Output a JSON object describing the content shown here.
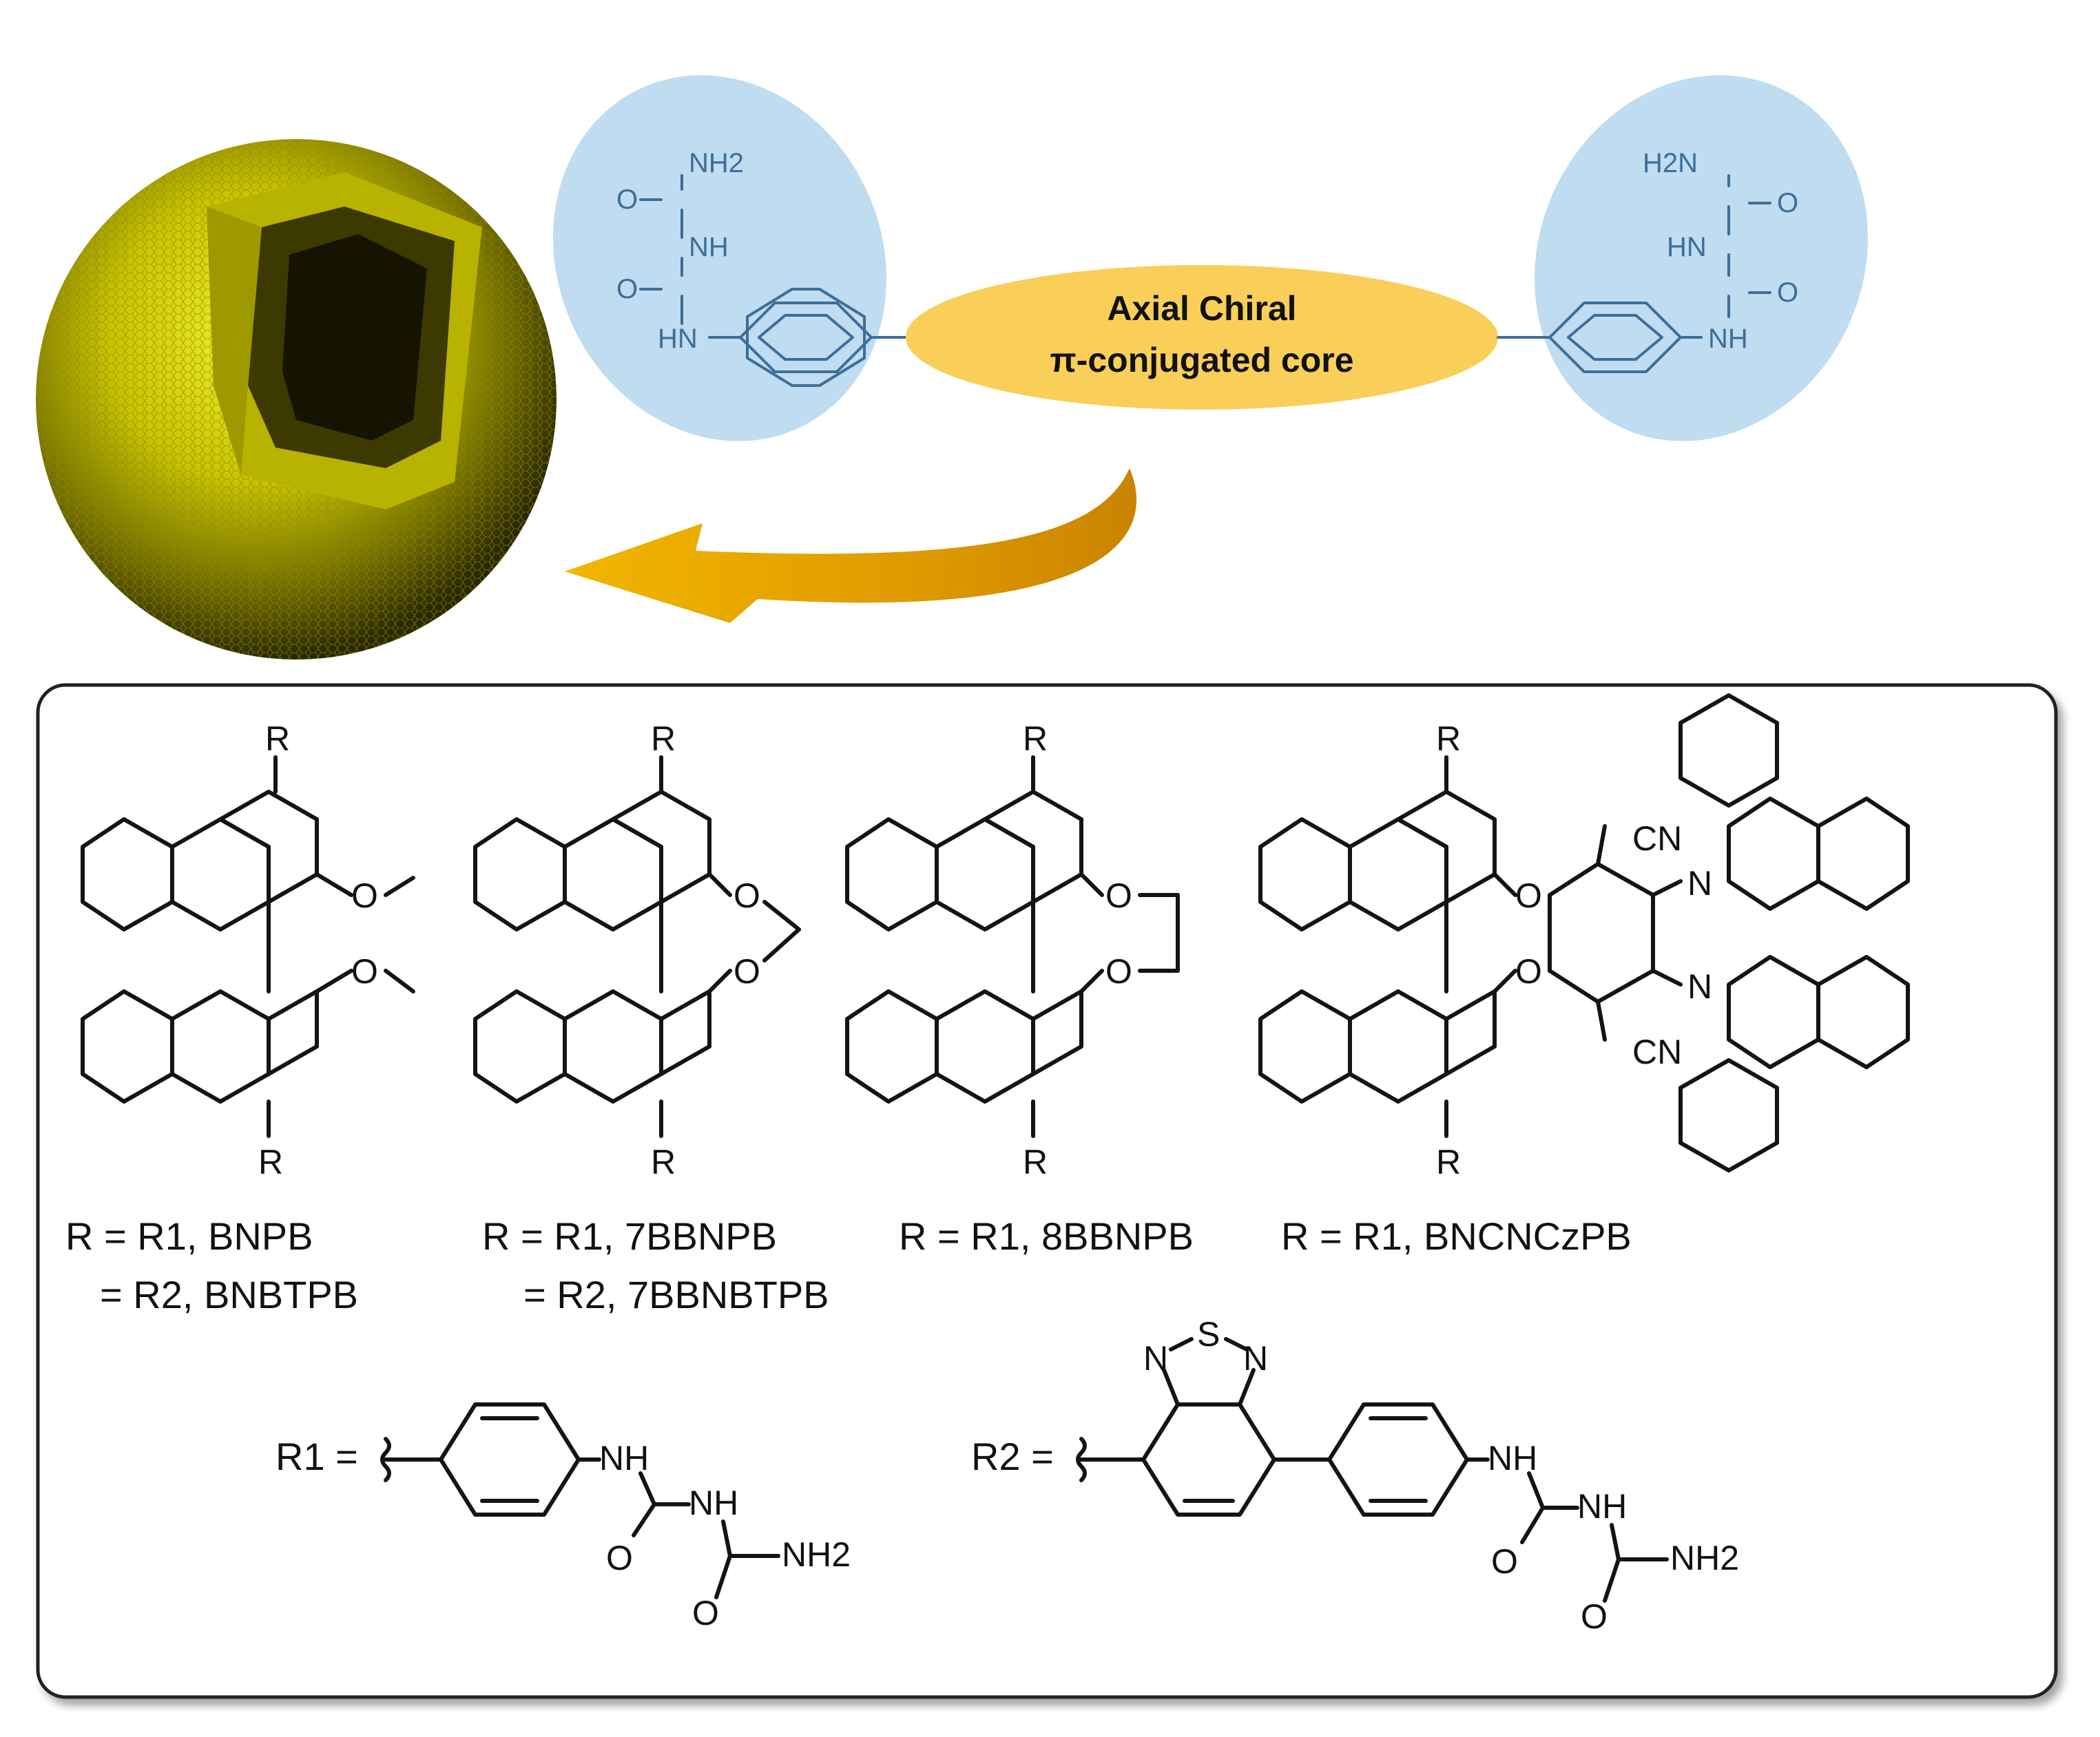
{
  "core": {
    "line1": "Axial Chiral",
    "line2": "π-conjugated core"
  },
  "end_groups": {
    "left": {
      "nh2": "NH2",
      "o1": "O",
      "nh1": "NH",
      "o2": "O",
      "hn": "HN"
    },
    "right": {
      "h2n": "H2N",
      "o1": "O",
      "hn": "HN",
      "o2": "O",
      "nh": "NH"
    }
  },
  "compounds": [
    {
      "id": "bnpb",
      "r_top": "R",
      "r_bottom": "R",
      "o_top": "O",
      "o_bottom": "O",
      "line1": "R = R1, BNPB",
      "line2": "= R2, BNBTPB"
    },
    {
      "id": "7bbnpb",
      "r_top": "R",
      "r_bottom": "R",
      "o_top": "O",
      "o_bottom": "O",
      "line1": "R = R1, 7BBNPB",
      "line2": "= R2, 7BBNBTPB"
    },
    {
      "id": "8bbnpb",
      "r_top": "R",
      "r_bottom": "R",
      "o_top": "O",
      "o_bottom": "O",
      "line1": "R = R1, 8BBNPB"
    },
    {
      "id": "bncnczpb",
      "r_top": "R",
      "r_bottom": "R",
      "o_top": "O",
      "o_bottom": "O",
      "cn_top": "CN",
      "cn_bottom": "CN",
      "n_top": "N",
      "n_bottom": "N",
      "line1": "R = R1, BNCNCzPB"
    }
  ],
  "substituents": {
    "r1": {
      "label": "R1 =",
      "nh1": "NH",
      "nh2": "NH",
      "o1": "O",
      "o2": "O",
      "nh2_end": "NH2"
    },
    "r2": {
      "label": "R2 =",
      "s": "S",
      "n_left": "N",
      "n_right": "N",
      "nh1": "NH",
      "nh2": "NH",
      "o1": "O",
      "o2": "O",
      "nh2_end": "NH2"
    }
  },
  "colors": {
    "end_group_fill": "#c0dcf0",
    "core_fill": "#f9cf5a",
    "arrow": "#e8a400",
    "sphere": "#d4d000",
    "frame": "#222222"
  }
}
